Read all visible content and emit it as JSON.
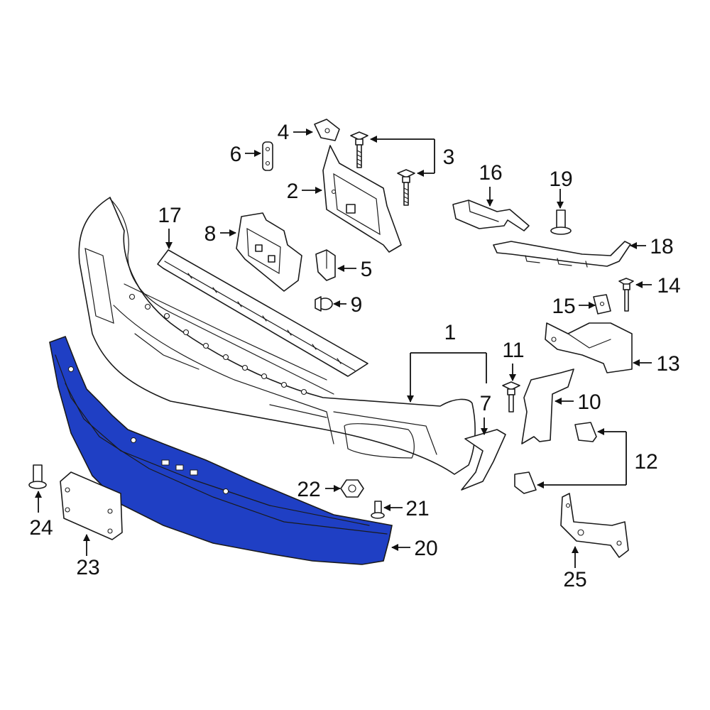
{
  "colors": {
    "highlight": "#1f3fc4",
    "line": "#1a1a1a",
    "background": "#ffffff"
  },
  "callouts": {
    "c1": "1",
    "c2": "2",
    "c3": "3",
    "c4": "4",
    "c5": "5",
    "c6": "6",
    "c7": "7",
    "c8": "8",
    "c9": "9",
    "c10": "10",
    "c11": "11",
    "c12": "12",
    "c13": "13",
    "c14": "14",
    "c15": "15",
    "c16": "16",
    "c17": "17",
    "c18": "18",
    "c19": "19",
    "c20": "20",
    "c21": "21",
    "c22": "22",
    "c23": "23",
    "c24": "24",
    "c25": "25"
  }
}
